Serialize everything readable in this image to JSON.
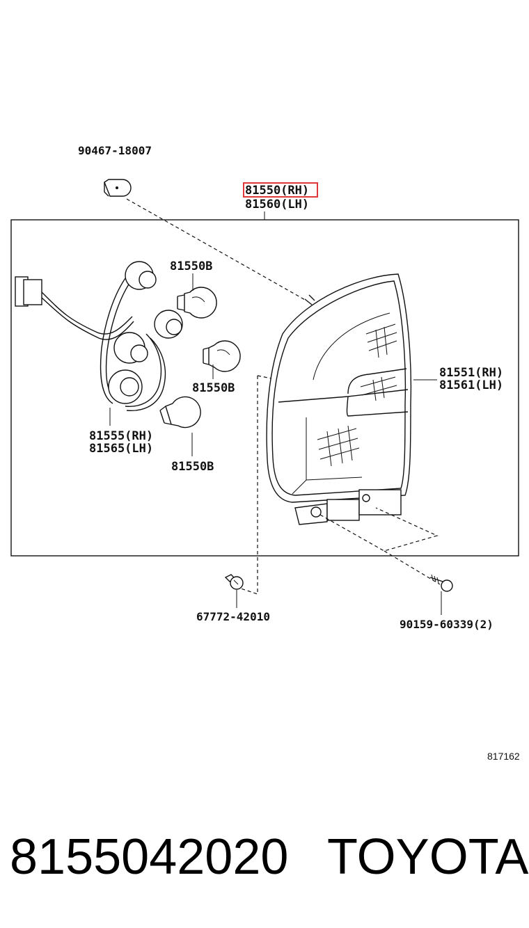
{
  "labels": {
    "clip_top": "90467-18007",
    "assy_rh": "81550(RH)",
    "assy_lh": "81560(LH)",
    "bulb_a": "81550B",
    "bulb_b": "81550B",
    "bulb_c": "81550B",
    "socket_rh": "81555(RH)",
    "socket_lh": "81565(LH)",
    "lens_rh": "81551(RH)",
    "lens_lh": "81561(LH)",
    "nut": "67772-42010",
    "screw": "90159-60339(2)"
  },
  "diagram_ref": "817162",
  "footer": {
    "part_number": "8155042020",
    "brand": "TOYOTA"
  },
  "colors": {
    "highlight": "#e0383a",
    "line": "#111111"
  }
}
